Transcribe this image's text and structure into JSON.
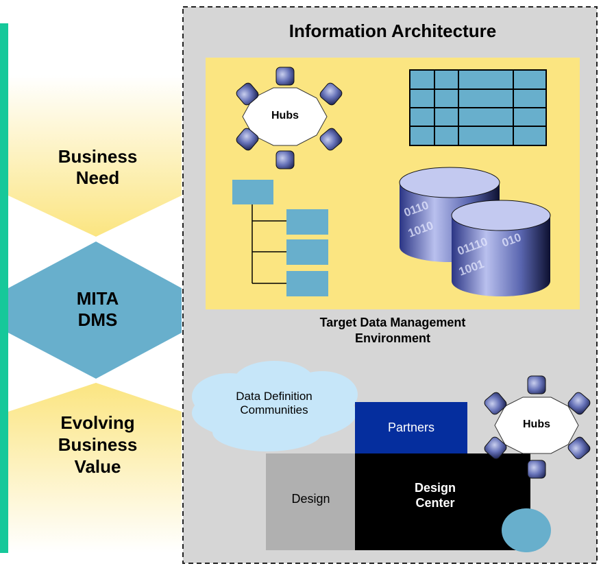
{
  "left": {
    "business_need": [
      "Business",
      "Need"
    ],
    "mita_dms": [
      "MITA",
      "DMS"
    ],
    "evolving_value": [
      "Evolving",
      "Business",
      "Value"
    ]
  },
  "architecture": {
    "title": "Information Architecture",
    "hubs_top": "Hubs",
    "caption": [
      "Target Data Management",
      "Environment"
    ]
  },
  "bottom": {
    "cloud_label": [
      "Data Definition",
      "Communities"
    ],
    "partners": "Partners",
    "design": "Design",
    "design_center": [
      "Design",
      "Center"
    ],
    "hubs_bottom": "Hubs"
  },
  "colors": {
    "green_bar": "#16c89a",
    "yellow": "#fbe581",
    "teal": "#68afcc",
    "gray_panel": "#d6d6d6",
    "partners_blue": "#052e9e",
    "design_gray": "#b0b0b0",
    "cloud": "#c6e6f9",
    "cylinder": "#4a5cad"
  }
}
